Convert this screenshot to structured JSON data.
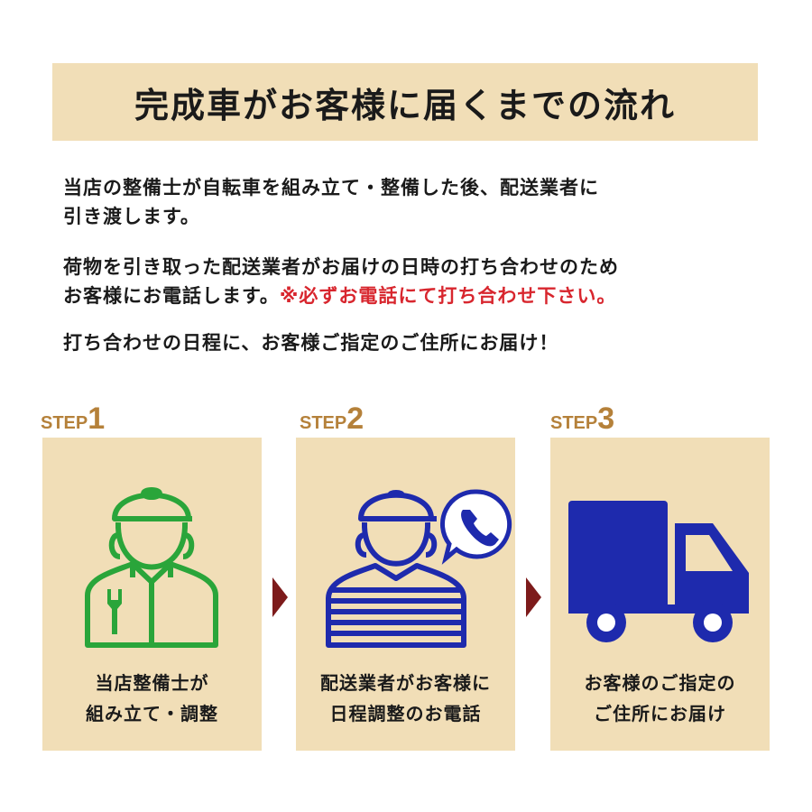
{
  "title": "完成車がお客様に届くまでの流れ",
  "intro": {
    "p1_line1": "当店の整備士が自転車を組み立て・整備した後、配送業者に",
    "p1_line2": "引き渡します。",
    "p2_line1": "荷物を引き取った配送業者がお届けの日時の打ち合わせのため",
    "p2_line2_normal": "お客様にお電話します。",
    "p2_line2_red": "※必ずお電話にて打ち合わせ下さい。",
    "p3": "打ち合わせの日程に、お客様ご指定のご住所にお届け！"
  },
  "colors": {
    "title_bg": "#f1deb7",
    "card_bg": "#f1deb7",
    "step_label": "#b5813a",
    "warning_red": "#d8262e",
    "arrow": "#7d1b1b",
    "mechanic_green": "#2aa53a",
    "delivery_blue": "#1e2aad"
  },
  "steps": [
    {
      "word": "STEP",
      "num": "1",
      "caption_line1": "当店整備士が",
      "caption_line2": "組み立て・調整",
      "icon": "mechanic-wrench-icon"
    },
    {
      "word": "STEP",
      "num": "2",
      "caption_line1": "配送業者がお客様に",
      "caption_line2": "日程調整のお電話",
      "icon": "delivery-person-phone-icon"
    },
    {
      "word": "STEP",
      "num": "3",
      "caption_line1": "お客様のご指定の",
      "caption_line2": "ご住所にお届け",
      "icon": "delivery-truck-icon"
    }
  ]
}
